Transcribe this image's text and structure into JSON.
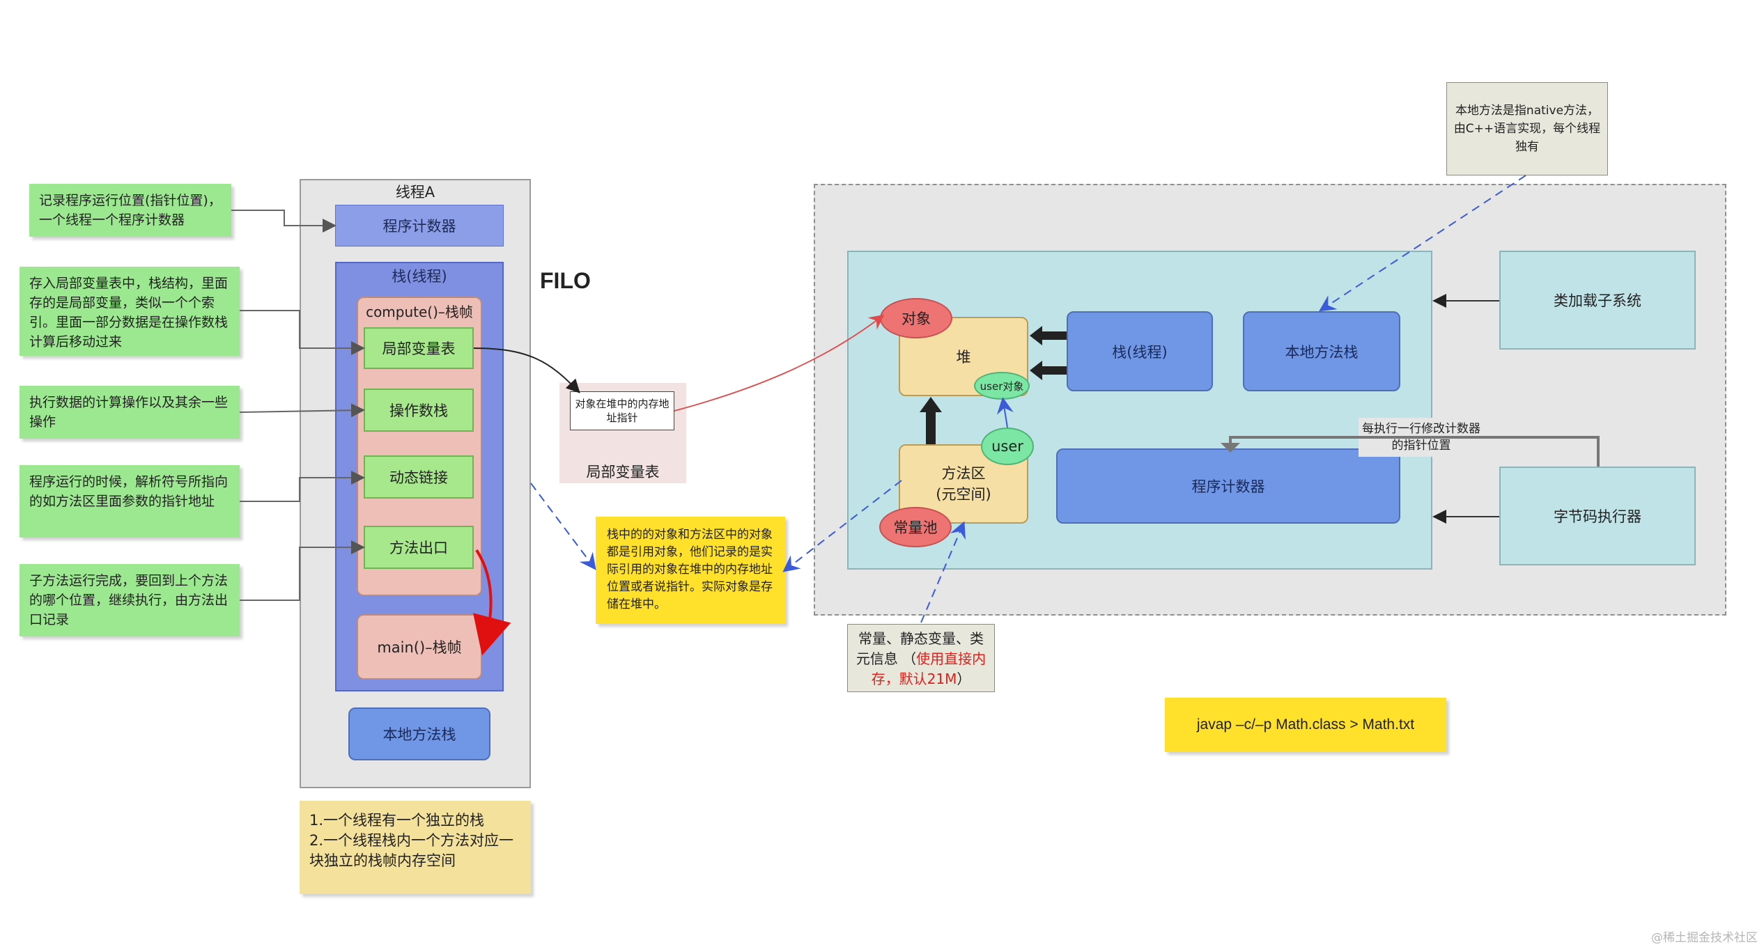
{
  "thread": {
    "title": "线程A",
    "program_counter": "程序计数器",
    "stack_title": "栈(线程)",
    "frame_compute": "compute()–栈帧",
    "local_vars": "局部变量表",
    "operand_stack": "操作数栈",
    "dynamic_link": "动态链接",
    "method_exit": "方法出口",
    "frame_main": "main()–栈帧",
    "native_stack": "本地方法栈"
  },
  "filo": "FILO",
  "left_notes": [
    "记录程序运行位置(指针位置)，一个线程一个程序计数器",
    "存入局部变量表中，栈结构，里面存的是局部变量，类似一个个索引。里面一部分数据是在操作数栈计算后移动过来",
    "执行数据的计算操作以及其余一些操作",
    "程序运行的时候，解析符号所指向的如方法区里面参数的指针地址",
    "子方法运行完成，要回到上个方法的哪个位置，继续执行，由方法出口记录"
  ],
  "bottom_note": {
    "line1": "1.一个线程有一个独立的栈",
    "line2": "2.一个线程栈内一个方法对应一块独立的栈帧内存空间"
  },
  "local_var_panel": {
    "pointer_label": "对象在堆中的内存地址指针",
    "caption": "局部变量表"
  },
  "yellow_note": "栈中的的对象和方法区中的对象都是引用对象，他们记录的是实际引用的对象在堆中的内存地址位置或者说指针。实际对象是存储在堆中。",
  "jvm": {
    "object_tag": "对象",
    "heap": "堆",
    "user_object_tag": "user对象",
    "stack_thread": "栈(线程)",
    "native_stack": "本地方法栈",
    "user_tag": "user",
    "method_area": "方法区\n(元空间)",
    "const_pool": "常量池",
    "program_counter": "程序计数器",
    "class_loader": "类加载子系统",
    "bytecode_engine": "字节码执行器",
    "pc_note": "每执行一行修改计数器的指针位置"
  },
  "native_note": "本地方法是指native方法，由C++语言实现，每个线程独有",
  "const_note": {
    "main": "常量、静态变量、类元信息 （",
    "red": "使用直接内存，默认21M",
    "end": "）"
  },
  "javap_note": "javap –c/–p  Math.class > Math.txt",
  "watermark": "@稀土掘金技术社区"
}
